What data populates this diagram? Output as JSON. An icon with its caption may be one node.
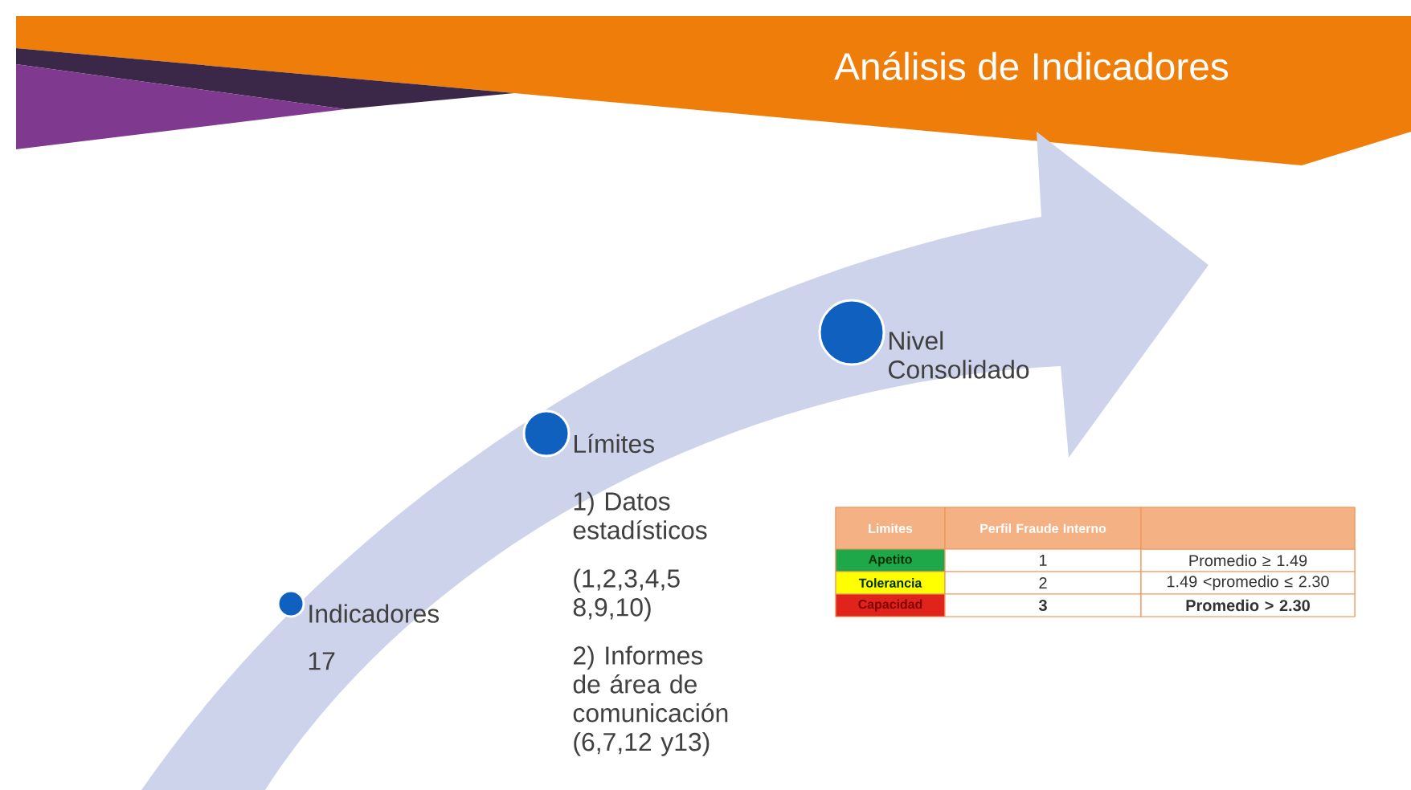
{
  "diagram": {
    "title": "Análisis de Indicadores",
    "nodes": [
      {
        "text": [],
        "shape": "circle",
        "beside": [
          "Indicadores",
          "17"
        ]
      },
      {
        "text": [],
        "shape": "circle",
        "beside": [
          "Límites",
          "1) Datos estadísticos",
          "(1,2,3,4,5 8,9,10)",
          "2) Informes de área de comunicación (6,7,12 y13)"
        ]
      },
      {
        "text": [],
        "shape": "circle",
        "beside": [
          "Nivel Consolidado"
        ]
      }
    ],
    "labels": [
      "Limites",
      "Perfil Fraude Interno",
      "Apetito",
      "1",
      "Promedio ≥ 1.49",
      "Tolerancia",
      "2",
      "1.49 <promedio ≤ 2.30",
      "Capacidad",
      "3",
      "Promedio > 2.30"
    ]
  }
}
